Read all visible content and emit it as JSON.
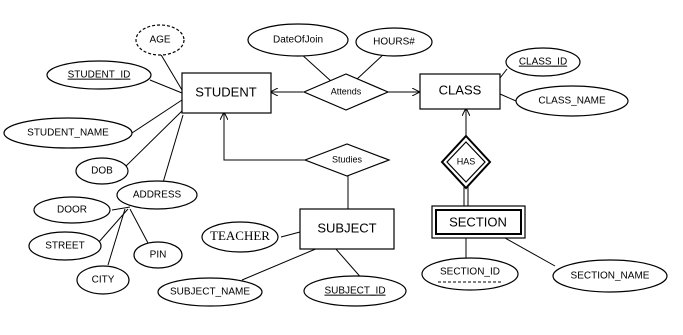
{
  "entities": {
    "student": "STUDENT",
    "class": "CLASS",
    "subject": "SUBJECT",
    "section": "SECTION"
  },
  "relationships": {
    "attends": "Attends",
    "studies": "Studies",
    "has": "HAS"
  },
  "attributes": {
    "age": "AGE",
    "student_id": "STUDENT_ID",
    "student_name": "STUDENT_NAME",
    "dob": "DOB",
    "address": "ADDRESS",
    "door": "DOOR",
    "street": "STREET",
    "city": "CITY",
    "pin": "PIN",
    "date_of_join": "DateOfJoin",
    "hours": "HOURS#",
    "class_id": "CLASS_ID",
    "class_name": "CLASS_NAME",
    "teacher": "TEACHER",
    "subject_name": "SUBJECT_NAME",
    "subject_id": "SUBJECT_ID",
    "section_id": "SECTION_ID",
    "section_name": "SECTION_NAME"
  }
}
